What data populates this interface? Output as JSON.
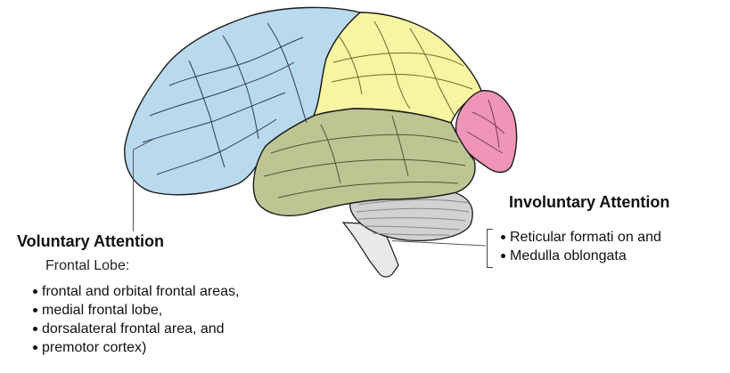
{
  "voluntary": {
    "title": "Voluntary Attention",
    "subtitle": "Frontal Lobe:",
    "items": [
      "frontal and orbital frontal areas,",
      "medial frontal lobe,",
      "dorsalateral frontal area, and",
      "premotor  cortex)"
    ]
  },
  "involuntary": {
    "title": "Involuntary Attention",
    "items": [
      "Reticular formati on and",
      "Medulla oblongata"
    ]
  },
  "colors": {
    "frontal": "#b9d9ef",
    "parietal": "#f7f5a1",
    "occipital": "#ef95b7",
    "temporal": "#bdc593",
    "cerebellum": "#d2d2d2",
    "brainstem": "#e9e9e9",
    "outline": "#1a1a1a"
  }
}
